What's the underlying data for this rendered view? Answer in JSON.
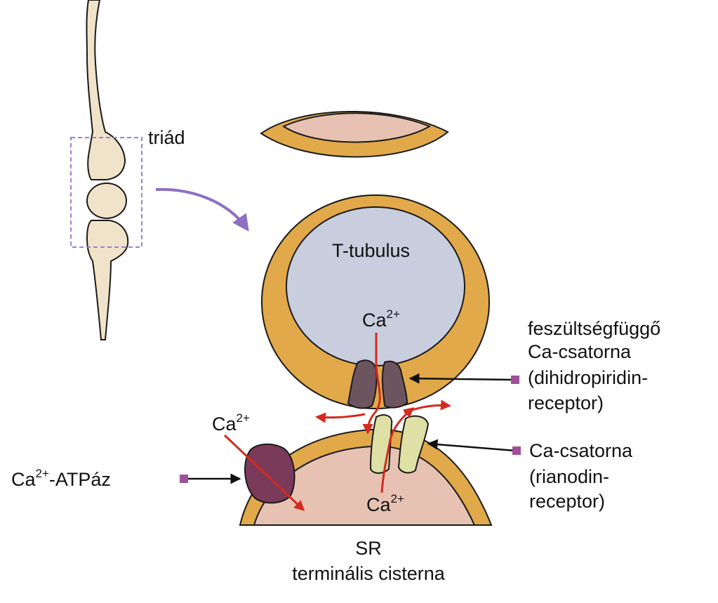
{
  "labels": {
    "triad": "triád",
    "t_tubule": "T-tubulus",
    "ca_base": "Ca",
    "ca_charge": "2+",
    "atpase_suffix": "-ATPáz",
    "dhpr_line1": "feszültségfüggő",
    "dhpr_line2": "Ca-csatorna",
    "dhpr_line3": "(dihidropiridin-",
    "dhpr_line4": "receptor)",
    "ryr_line1": "Ca-csatorna",
    "ryr_line2": "(rianodin-",
    "ryr_line3": "receptor)",
    "sr_line1": "SR",
    "sr_line2": "terminális cisterna"
  },
  "colors": {
    "membrane": "#e2a94a",
    "membrane_outline": "#1a1a1a",
    "t_tubule_lumen": "#c9cede",
    "sr_lumen": "#e7c2b3",
    "fiber": "#f1e3c9",
    "dhpr": "#6d5560",
    "ryr": "#dfe0a6",
    "atpase": "#7a3a5a",
    "ca_flow_arrow": "#d42a1f",
    "pointer_marker": "#a0509b",
    "zoom_arrow": "#8e6fc2",
    "triad_box": "#9d7fd6"
  }
}
